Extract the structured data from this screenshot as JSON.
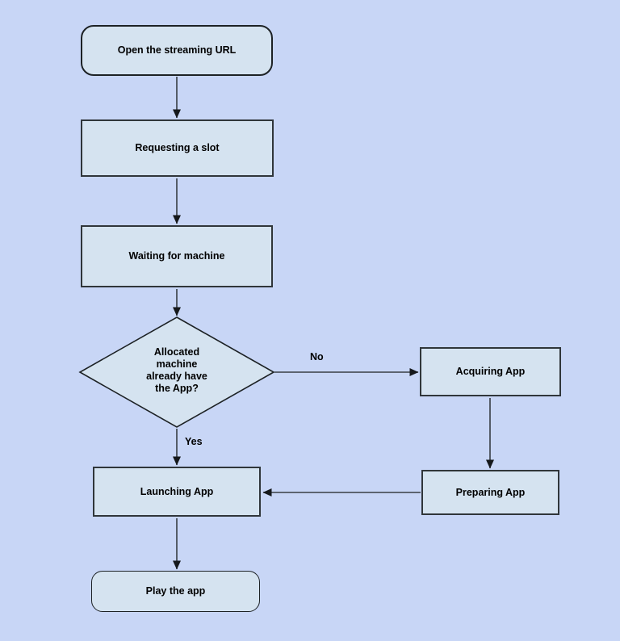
{
  "colors": {
    "background": "#c8d6f6",
    "node_fill": "#d5e3f0",
    "node_border": "#30363a",
    "connector": "#383e44",
    "arrowhead": "#15181b",
    "text": "#000000"
  },
  "diagram": {
    "type": "flowchart",
    "nodes": [
      {
        "id": "open-streaming-url",
        "shape": "rounded-rectangle",
        "label": "Open the streaming URL"
      },
      {
        "id": "requesting-slot",
        "shape": "rectangle",
        "label": "Requesting a slot"
      },
      {
        "id": "waiting-machine",
        "shape": "rectangle",
        "label": "Waiting for machine"
      },
      {
        "id": "decision-machine-has-app",
        "shape": "diamond",
        "label": "Allocated machine already have the App?"
      },
      {
        "id": "acquiring-app",
        "shape": "rectangle",
        "label": "Acquiring App"
      },
      {
        "id": "preparing-app",
        "shape": "rectangle",
        "label": "Preparing App"
      },
      {
        "id": "launching-app",
        "shape": "rectangle",
        "label": "Launching App"
      },
      {
        "id": "play-app",
        "shape": "rounded-rectangle",
        "label": "Play the app"
      }
    ],
    "edges": [
      {
        "from": "open-streaming-url",
        "to": "requesting-slot",
        "label": ""
      },
      {
        "from": "requesting-slot",
        "to": "waiting-machine",
        "label": ""
      },
      {
        "from": "waiting-machine",
        "to": "decision-machine-has-app",
        "label": ""
      },
      {
        "from": "decision-machine-has-app",
        "to": "acquiring-app",
        "label": "No"
      },
      {
        "from": "decision-machine-has-app",
        "to": "launching-app",
        "label": "Yes"
      },
      {
        "from": "acquiring-app",
        "to": "preparing-app",
        "label": ""
      },
      {
        "from": "preparing-app",
        "to": "launching-app",
        "label": ""
      },
      {
        "from": "launching-app",
        "to": "play-app",
        "label": ""
      }
    ]
  }
}
